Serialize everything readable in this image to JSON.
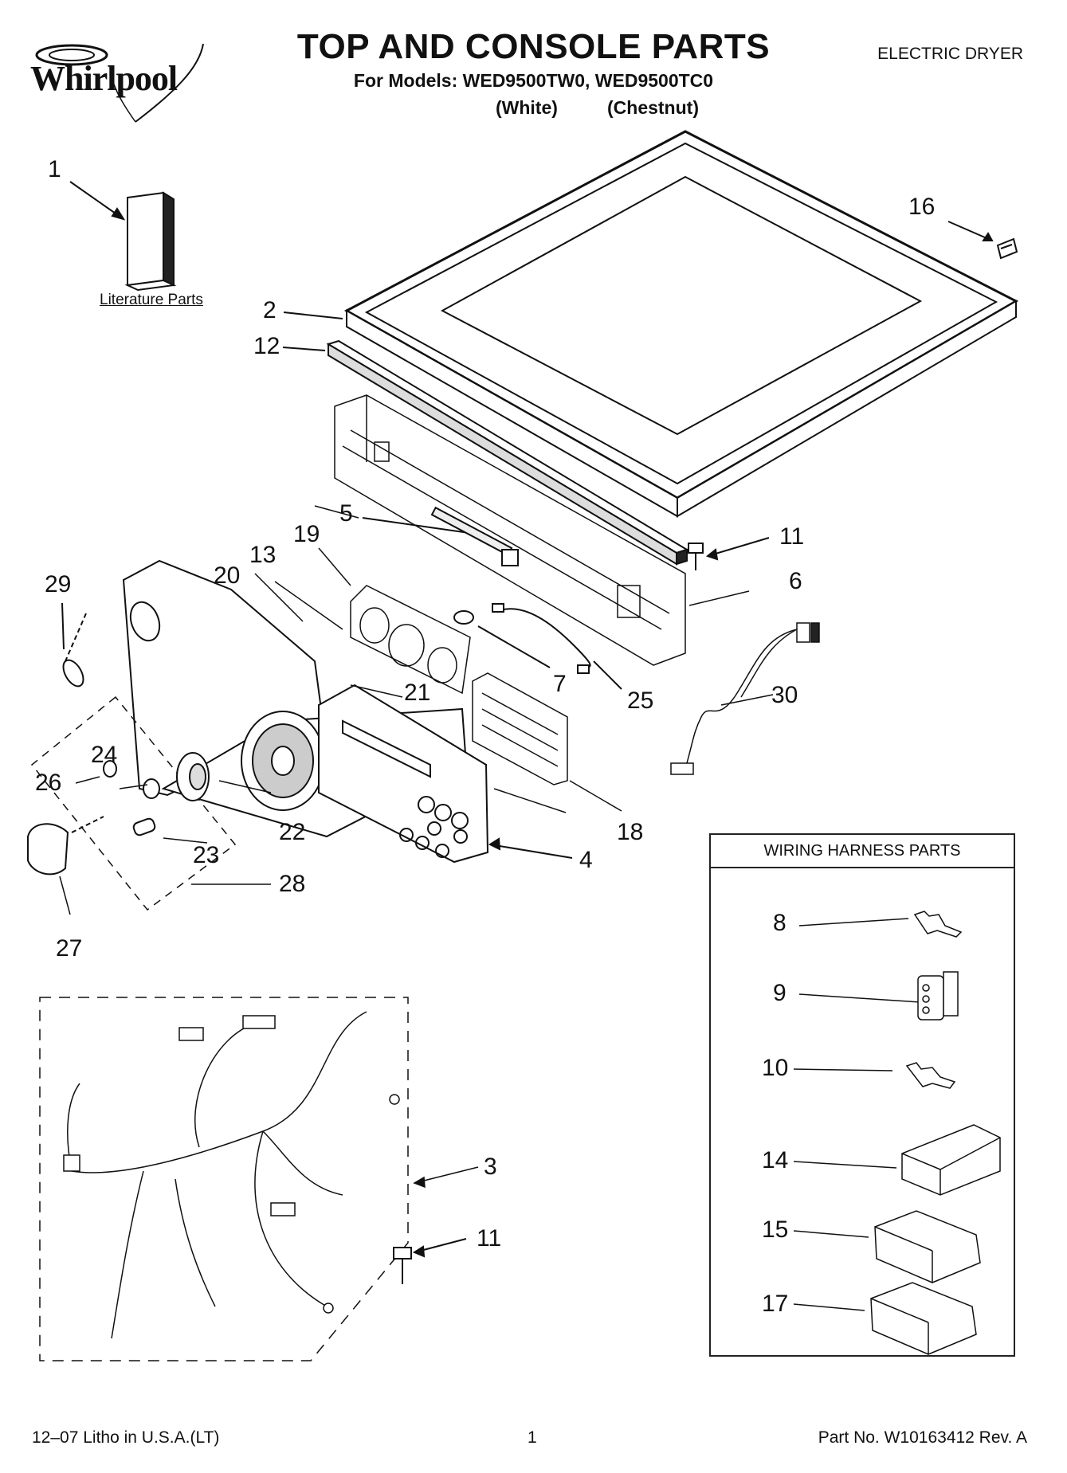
{
  "header": {
    "brand": "Whirlpool",
    "title": "TOP AND CONSOLE PARTS",
    "subtitle": "For Models: WED9500TW0, WED9500TC0",
    "variant_white": "(White)",
    "variant_chestnut": "(Chestnut)",
    "doc_type": "ELECTRIC DRYER"
  },
  "literature_label": "Literature Parts",
  "callouts": {
    "c1": "1",
    "c2": "2",
    "c3": "3",
    "c4": "4",
    "c5": "5",
    "c6": "6",
    "c7": "7",
    "c8": "8",
    "c9": "9",
    "c10": "10",
    "c11a": "11",
    "c11b": "11",
    "c12": "12",
    "c13": "13",
    "c14": "14",
    "c15": "15",
    "c16": "16",
    "c17": "17",
    "c18": "18",
    "c19": "19",
    "c20": "20",
    "c21": "21",
    "c22": "22",
    "c23": "23",
    "c24": "24",
    "c25": "25",
    "c26": "26",
    "c27": "27",
    "c28": "28",
    "c29": "29",
    "c30": "30"
  },
  "wiring_harness": {
    "title": "WIRING HARNESS PARTS"
  },
  "footer": {
    "left": "12–07 Litho in U.S.A.(LT)",
    "center": "1",
    "right": "Part No. W10163412 Rev. A"
  }
}
